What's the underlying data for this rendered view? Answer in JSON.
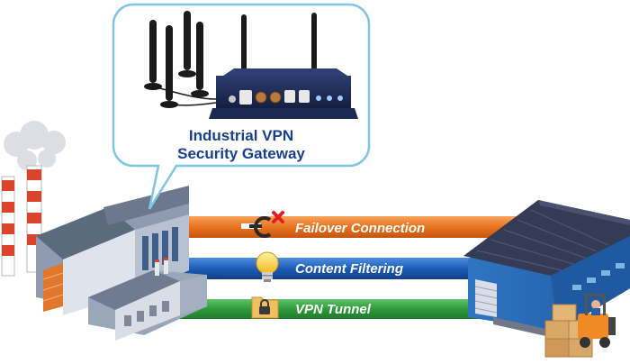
{
  "callout": {
    "title_line1": "Industrial VPN",
    "title_line2": "Security Gateway"
  },
  "links": [
    {
      "label": "Failover Connection",
      "color": "#e8731f",
      "icon": "failover-icon"
    },
    {
      "label": "Content Filtering",
      "color": "#1d5cb8",
      "icon": "lightbulb-icon"
    },
    {
      "label": "VPN Tunnel",
      "color": "#2f9a3c",
      "icon": "folder-lock-icon"
    }
  ],
  "colors": {
    "callout_border": "#7fc6e4",
    "title": "#1a3f8f",
    "factory_roof": "#5c6a7e",
    "warehouse_wall": "#2e6fb8",
    "warehouse_roof": "#353a55",
    "device_body": "#1c2a52"
  }
}
